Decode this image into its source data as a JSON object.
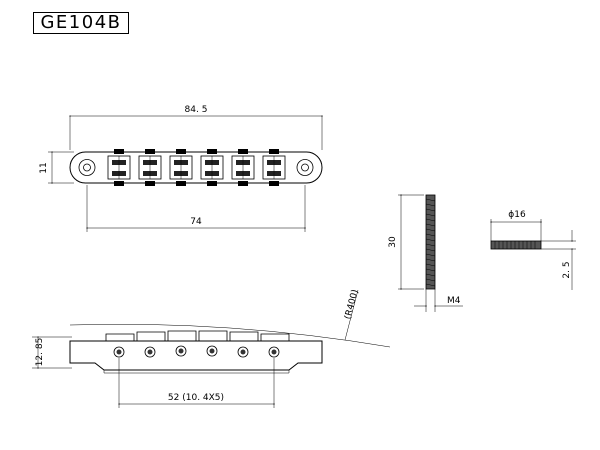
{
  "model": "GE104B",
  "dimensions": {
    "overall_length": "84. 5",
    "post_spacing": "74",
    "height": "11",
    "post_length": "30",
    "post_thread": "M4",
    "wheel_diameter": "ϕ16",
    "wheel_thickness": "2. 5",
    "side_height": "12. 85",
    "string_spacing": "52 (10. 4X5)",
    "radius": "(R400)"
  },
  "colors": {
    "line": "#000000",
    "background": "#ffffff"
  }
}
